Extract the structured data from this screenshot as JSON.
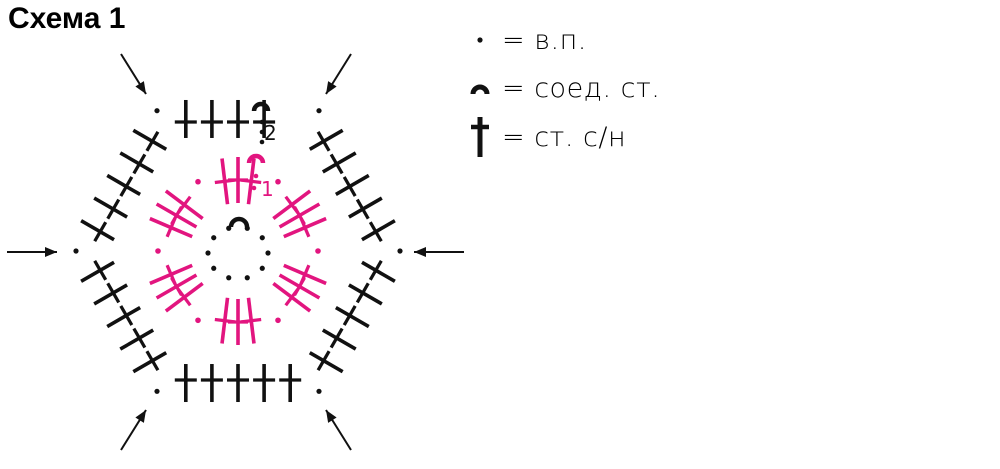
{
  "title": "Схема 1",
  "colors": {
    "outer_round": "#111111",
    "inner_round": "#e2157f",
    "background": "#ffffff"
  },
  "round_labels": [
    "1",
    "2"
  ],
  "legend": [
    {
      "icon": "chain-stitch-dot-icon",
      "text": "= в.п."
    },
    {
      "icon": "slip-stitch-arc-icon",
      "text": "= соед. ст."
    },
    {
      "icon": "double-crochet-cross-icon",
      "text": "= ст. с/н"
    }
  ]
}
